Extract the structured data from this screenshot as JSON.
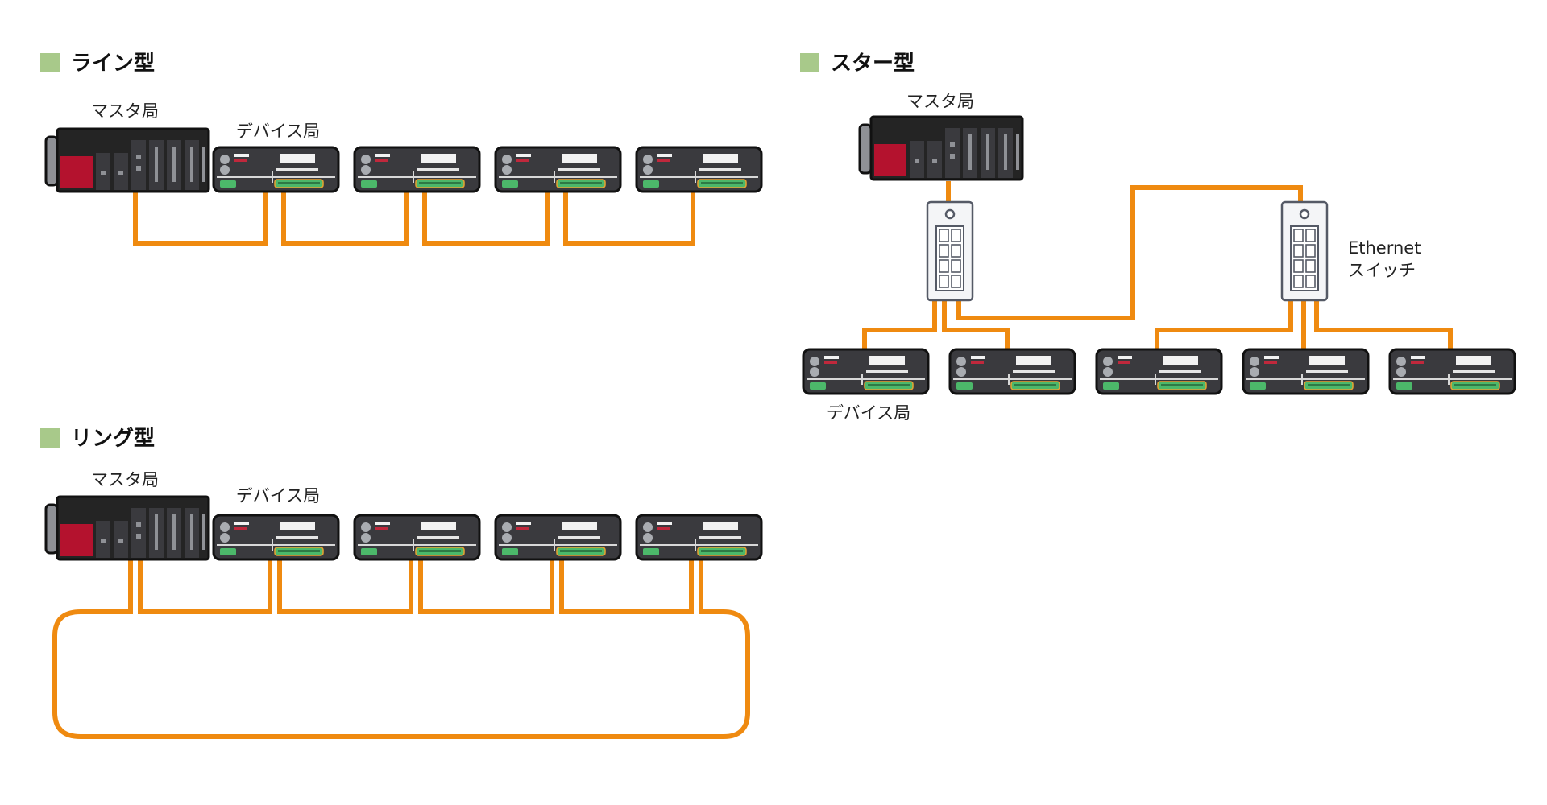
{
  "colors": {
    "cable": "#ef8a10",
    "device_body": "#3a3a3e",
    "device_outline": "#111111",
    "master_red": "#b4122e",
    "heading_square": "#a8c98a",
    "switch_fill": "#f4f5f7",
    "switch_stroke": "#555a66",
    "led_green": "#4cb86a"
  },
  "sections": {
    "line": {
      "title": "ライン型",
      "master_label": "マスタ局",
      "device_label": "デバイス局",
      "device_count": 4
    },
    "star": {
      "title": "スター型",
      "master_label": "マスタ局",
      "device_label": "デバイス局",
      "switch_label_line1": "Ethernet",
      "switch_label_line2": "スイッチ",
      "device_count": 5,
      "switch_count": 2
    },
    "ring": {
      "title": "リング型",
      "master_label": "マスタ局",
      "device_label": "デバイス局",
      "device_count": 4
    }
  }
}
